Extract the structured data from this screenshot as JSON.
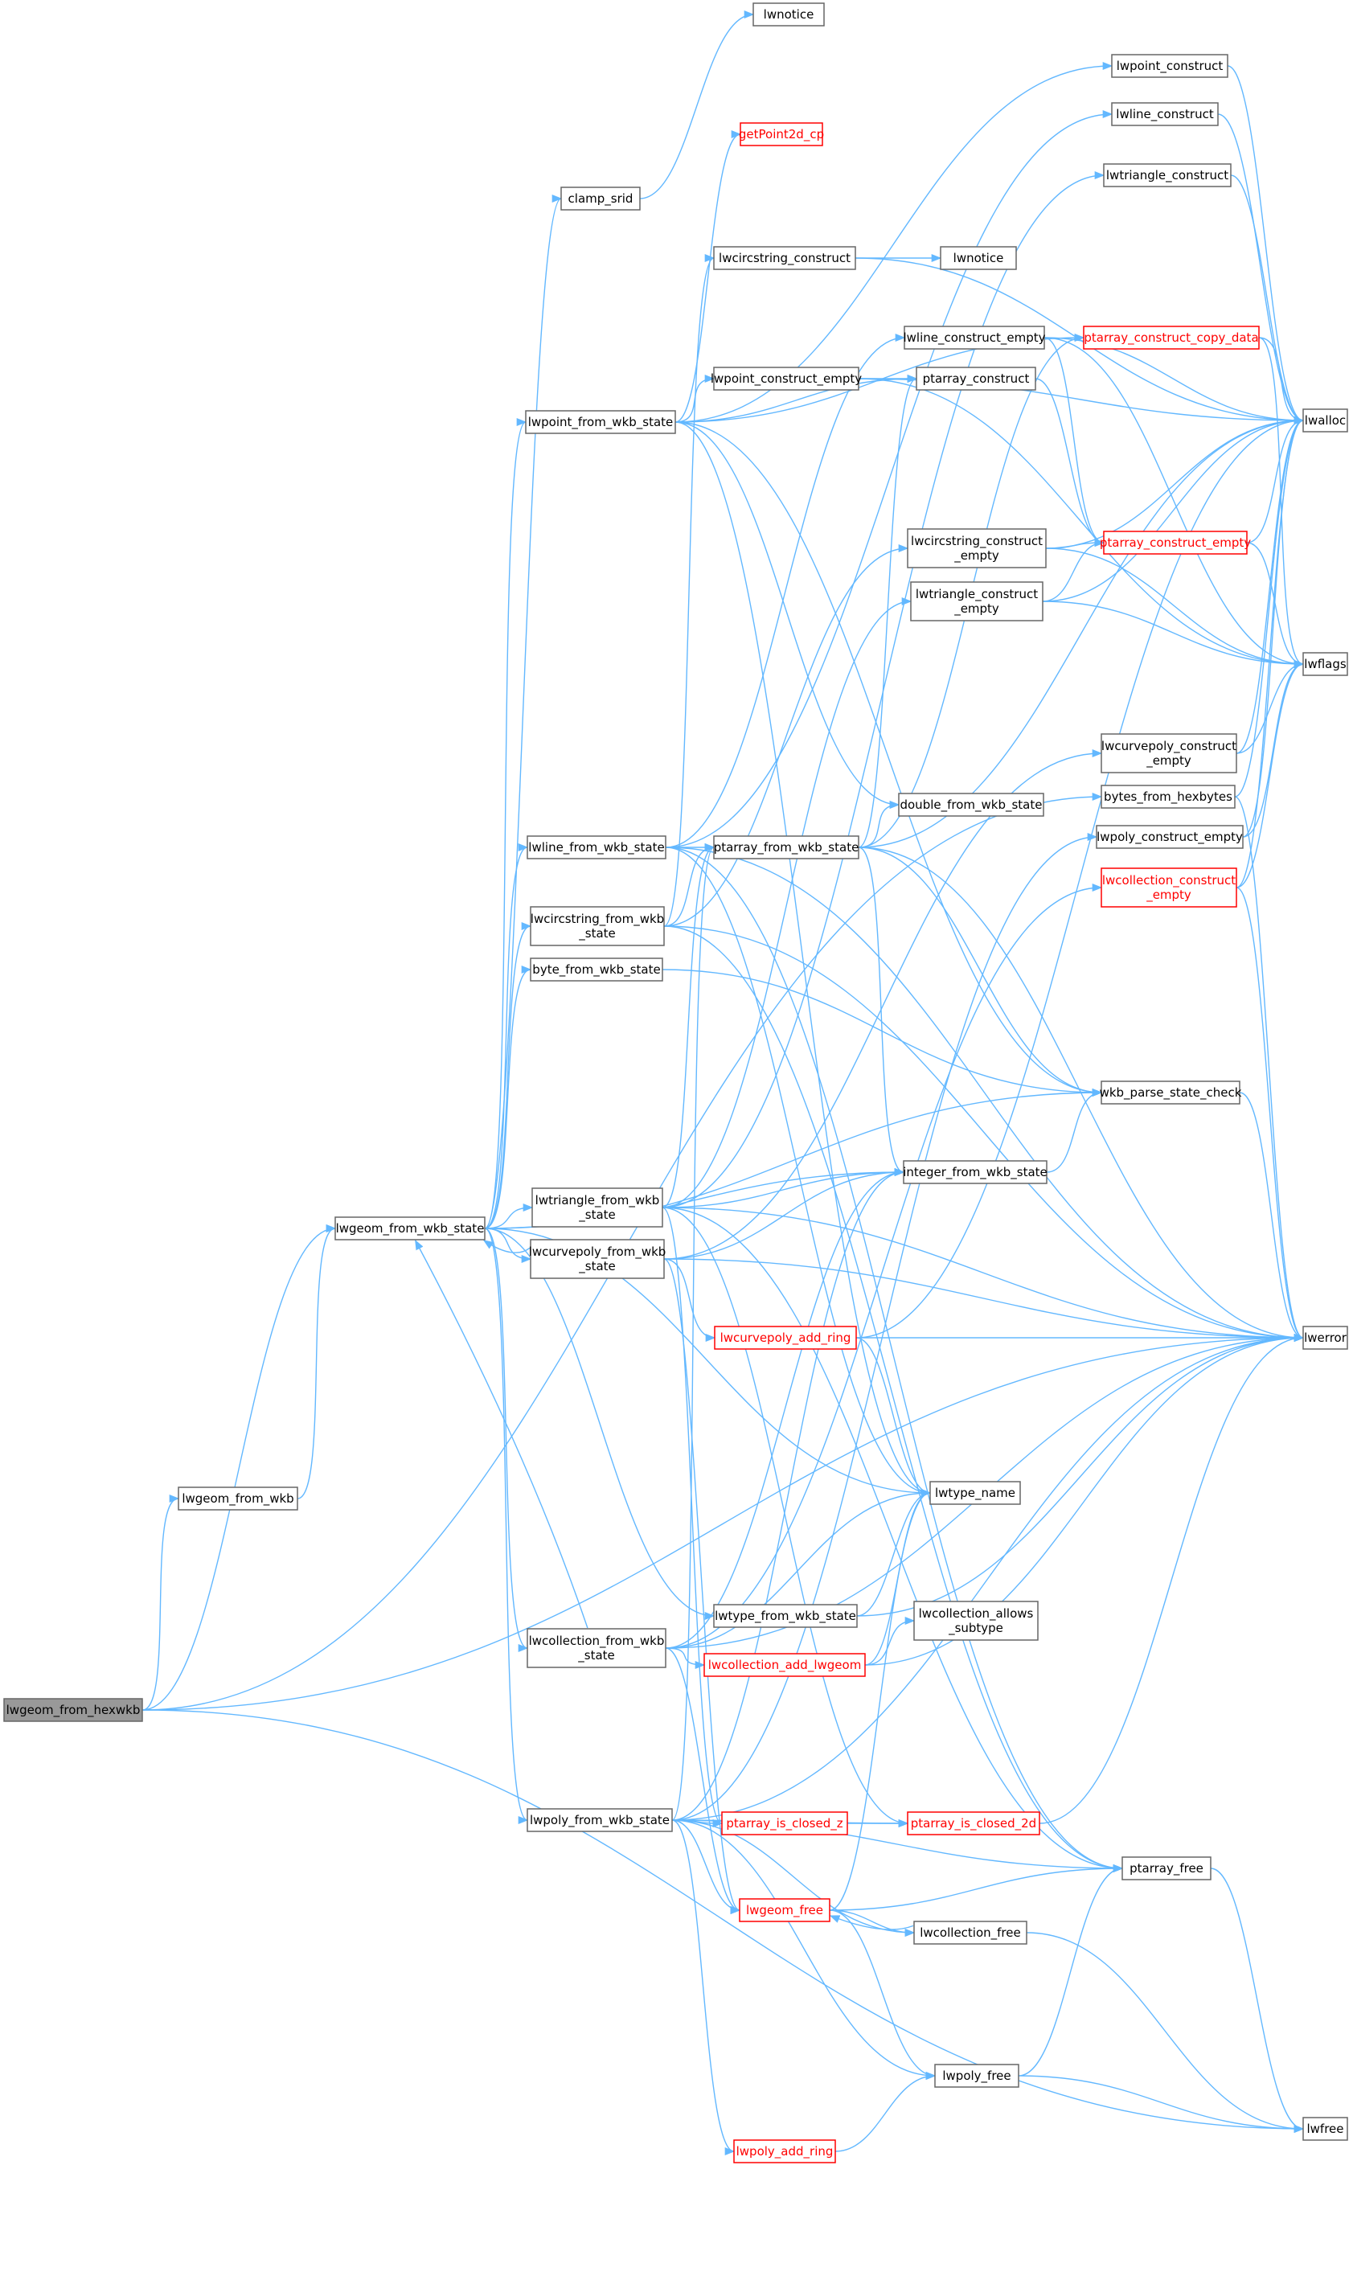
{
  "colors": {
    "edge": "#63b8ff",
    "node_border": "#666666",
    "broken_link": "#ff0000",
    "root_fill": "#999999"
  },
  "nodes": [
    {
      "id": "n01",
      "label": [
        "lwnotice"
      ],
      "red": false
    },
    {
      "id": "n02",
      "label": [
        "lwpoint_construct"
      ],
      "red": false
    },
    {
      "id": "n03",
      "label": [
        "lwline_construct"
      ],
      "red": false
    },
    {
      "id": "n04",
      "label": [
        "getPoint2d_cp"
      ],
      "red": true
    },
    {
      "id": "n05",
      "label": [
        "lwtriangle_construct"
      ],
      "red": false
    },
    {
      "id": "n06",
      "label": [
        "clamp_srid"
      ],
      "red": false
    },
    {
      "id": "n07",
      "label": [
        "lwcircstring_construct"
      ],
      "red": false
    },
    {
      "id": "n08",
      "label": [
        "lwnotice"
      ],
      "red": false
    },
    {
      "id": "n09",
      "label": [
        "lwline_construct_empty"
      ],
      "red": false
    },
    {
      "id": "n10",
      "label": [
        "ptarray_construct_copy_data"
      ],
      "red": true
    },
    {
      "id": "n11",
      "label": [
        "lwpoint_construct_empty"
      ],
      "red": false
    },
    {
      "id": "n12",
      "label": [
        "ptarray_construct"
      ],
      "red": false
    },
    {
      "id": "n13",
      "label": [
        "lwpoint_from_wkb_state"
      ],
      "red": false
    },
    {
      "id": "n14",
      "label": [
        "lwalloc"
      ],
      "red": false
    },
    {
      "id": "n15",
      "label": [
        "lwcircstring_construct",
        "_empty"
      ],
      "red": false
    },
    {
      "id": "n16",
      "label": [
        "ptarray_construct_empty"
      ],
      "red": true
    },
    {
      "id": "n17",
      "label": [
        "lwtriangle_construct",
        "_empty"
      ],
      "red": false
    },
    {
      "id": "n18",
      "label": [
        "lwflags"
      ],
      "red": false
    },
    {
      "id": "n19",
      "label": [
        "lwcurvepoly_construct",
        "_empty"
      ],
      "red": false
    },
    {
      "id": "n20",
      "label": [
        "bytes_from_hexbytes"
      ],
      "red": false
    },
    {
      "id": "n21",
      "label": [
        "double_from_wkb_state"
      ],
      "red": false
    },
    {
      "id": "n22",
      "label": [
        "lwline_from_wkb_state"
      ],
      "red": false
    },
    {
      "id": "n23",
      "label": [
        "ptarray_from_wkb_state"
      ],
      "red": false
    },
    {
      "id": "n24",
      "label": [
        "lwpoly_construct_empty"
      ],
      "red": false
    },
    {
      "id": "n25",
      "label": [
        "lwcollection_construct",
        "_empty"
      ],
      "red": true
    },
    {
      "id": "n26",
      "label": [
        "lwcircstring_from_wkb",
        "_state"
      ],
      "red": false
    },
    {
      "id": "n27",
      "label": [
        "byte_from_wkb_state"
      ],
      "red": false
    },
    {
      "id": "n28",
      "label": [
        "wkb_parse_state_check"
      ],
      "red": false
    },
    {
      "id": "n29",
      "label": [
        "integer_from_wkb_state"
      ],
      "red": false
    },
    {
      "id": "n30",
      "label": [
        "lwtriangle_from_wkb",
        "_state"
      ],
      "red": false
    },
    {
      "id": "n31",
      "label": [
        "lwgeom_from_wkb_state"
      ],
      "red": false
    },
    {
      "id": "n32",
      "label": [
        "lwcurvepoly_from_wkb",
        "_state"
      ],
      "red": false
    },
    {
      "id": "n33",
      "label": [
        "lwcurvepoly_add_ring"
      ],
      "red": true
    },
    {
      "id": "n34",
      "label": [
        "lwerror"
      ],
      "red": false
    },
    {
      "id": "n35",
      "label": [
        "lwgeom_from_wkb"
      ],
      "red": false
    },
    {
      "id": "n36",
      "label": [
        "lwtype_name"
      ],
      "red": false
    },
    {
      "id": "n37",
      "label": [
        "lwtype_from_wkb_state"
      ],
      "red": false
    },
    {
      "id": "n38",
      "label": [
        "lwcollection_allows",
        "_subtype"
      ],
      "red": false
    },
    {
      "id": "n39",
      "label": [
        "lwcollection_from_wkb",
        "_state"
      ],
      "red": false
    },
    {
      "id": "n40",
      "label": [
        "lwcollection_add_lwgeom"
      ],
      "red": true
    },
    {
      "id": "n41",
      "label": [
        "lwgeom_from_hexwkb"
      ],
      "red": false,
      "root": true
    },
    {
      "id": "n42",
      "label": [
        "lwpoly_from_wkb_state"
      ],
      "red": false
    },
    {
      "id": "n43",
      "label": [
        "ptarray_is_closed_z"
      ],
      "red": true
    },
    {
      "id": "n44",
      "label": [
        "ptarray_is_closed_2d"
      ],
      "red": true
    },
    {
      "id": "n45",
      "label": [
        "ptarray_free"
      ],
      "red": false
    },
    {
      "id": "n46",
      "label": [
        "lwgeom_free"
      ],
      "red": true
    },
    {
      "id": "n47",
      "label": [
        "lwcollection_free"
      ],
      "red": false
    },
    {
      "id": "n48",
      "label": [
        "lwpoly_free"
      ],
      "red": false
    },
    {
      "id": "n49",
      "label": [
        "lwfree"
      ],
      "red": false
    },
    {
      "id": "n50",
      "label": [
        "lwpoly_add_ring"
      ],
      "red": true
    }
  ],
  "edges": [
    [
      "n41",
      "n35"
    ],
    [
      "n41",
      "n31"
    ],
    [
      "n41",
      "n20"
    ],
    [
      "n41",
      "n34"
    ],
    [
      "n41",
      "n49"
    ],
    [
      "n35",
      "n31"
    ],
    [
      "n31",
      "n06"
    ],
    [
      "n31",
      "n13"
    ],
    [
      "n31",
      "n22"
    ],
    [
      "n31",
      "n26"
    ],
    [
      "n31",
      "n27"
    ],
    [
      "n31",
      "n30"
    ],
    [
      "n31",
      "n32"
    ],
    [
      "n31",
      "n39"
    ],
    [
      "n31",
      "n42"
    ],
    [
      "n31",
      "n29"
    ],
    [
      "n31",
      "n37"
    ],
    [
      "n31",
      "n36"
    ],
    [
      "n31",
      "n28"
    ],
    [
      "n06",
      "n01"
    ],
    [
      "n13",
      "n02"
    ],
    [
      "n13",
      "n04"
    ],
    [
      "n13",
      "n11"
    ],
    [
      "n13",
      "n12"
    ],
    [
      "n13",
      "n10"
    ],
    [
      "n13",
      "n21"
    ],
    [
      "n13",
      "n28"
    ],
    [
      "n13",
      "n36"
    ],
    [
      "n02",
      "n14"
    ],
    [
      "n03",
      "n14"
    ],
    [
      "n05",
      "n14"
    ],
    [
      "n07",
      "n14"
    ],
    [
      "n07",
      "n08"
    ],
    [
      "n09",
      "n14"
    ],
    [
      "n09",
      "n16"
    ],
    [
      "n09",
      "n18"
    ],
    [
      "n10",
      "n14"
    ],
    [
      "n10",
      "n18"
    ],
    [
      "n11",
      "n14"
    ],
    [
      "n11",
      "n12"
    ],
    [
      "n11",
      "n18"
    ],
    [
      "n12",
      "n16"
    ],
    [
      "n15",
      "n14"
    ],
    [
      "n15",
      "n16"
    ],
    [
      "n15",
      "n18"
    ],
    [
      "n16",
      "n14"
    ],
    [
      "n16",
      "n18"
    ],
    [
      "n17",
      "n14"
    ],
    [
      "n17",
      "n16"
    ],
    [
      "n17",
      "n18"
    ],
    [
      "n19",
      "n14"
    ],
    [
      "n19",
      "n18"
    ],
    [
      "n24",
      "n14"
    ],
    [
      "n24",
      "n18"
    ],
    [
      "n25",
      "n14"
    ],
    [
      "n25",
      "n18"
    ],
    [
      "n25",
      "n34"
    ],
    [
      "n20",
      "n34"
    ],
    [
      "n20",
      "n14"
    ],
    [
      "n22",
      "n03"
    ],
    [
      "n22",
      "n09"
    ],
    [
      "n22",
      "n23"
    ],
    [
      "n22",
      "n34"
    ],
    [
      "n22",
      "n36"
    ],
    [
      "n22",
      "n45"
    ],
    [
      "n23",
      "n21"
    ],
    [
      "n23",
      "n12"
    ],
    [
      "n23",
      "n10"
    ],
    [
      "n23",
      "n29"
    ],
    [
      "n23",
      "n28"
    ],
    [
      "n23",
      "n34"
    ],
    [
      "n23",
      "n14"
    ],
    [
      "n26",
      "n07"
    ],
    [
      "n26",
      "n15"
    ],
    [
      "n26",
      "n23"
    ],
    [
      "n26",
      "n34"
    ],
    [
      "n26",
      "n45"
    ],
    [
      "n27",
      "n28"
    ],
    [
      "n28",
      "n34"
    ],
    [
      "n29",
      "n28"
    ],
    [
      "n30",
      "n05"
    ],
    [
      "n30",
      "n17"
    ],
    [
      "n30",
      "n23"
    ],
    [
      "n30",
      "n29"
    ],
    [
      "n30",
      "n34"
    ],
    [
      "n30",
      "n43"
    ],
    [
      "n30",
      "n44"
    ],
    [
      "n30",
      "n45"
    ],
    [
      "n32",
      "n19"
    ],
    [
      "n32",
      "n29"
    ],
    [
      "n32",
      "n31"
    ],
    [
      "n32",
      "n33"
    ],
    [
      "n32",
      "n34"
    ],
    [
      "n32",
      "n46"
    ],
    [
      "n33",
      "n34"
    ],
    [
      "n33",
      "n36"
    ],
    [
      "n33",
      "n14"
    ],
    [
      "n37",
      "n34"
    ],
    [
      "n37",
      "n36"
    ],
    [
      "n39",
      "n25"
    ],
    [
      "n39",
      "n29"
    ],
    [
      "n39",
      "n31"
    ],
    [
      "n39",
      "n40"
    ],
    [
      "n39",
      "n46"
    ],
    [
      "n39",
      "n36"
    ],
    [
      "n39",
      "n34"
    ],
    [
      "n40",
      "n38"
    ],
    [
      "n40",
      "n34"
    ],
    [
      "n40",
      "n36"
    ],
    [
      "n42",
      "n24"
    ],
    [
      "n42",
      "n29"
    ],
    [
      "n42",
      "n23"
    ],
    [
      "n42",
      "n50"
    ],
    [
      "n42",
      "n44"
    ],
    [
      "n42",
      "n43"
    ],
    [
      "n42",
      "n48"
    ],
    [
      "n42",
      "n45"
    ],
    [
      "n42",
      "n34"
    ],
    [
      "n42",
      "n47"
    ],
    [
      "n42",
      "n46"
    ],
    [
      "n43",
      "n44"
    ],
    [
      "n44",
      "n34"
    ],
    [
      "n45",
      "n49"
    ],
    [
      "n46",
      "n47"
    ],
    [
      "n46",
      "n48"
    ],
    [
      "n46",
      "n36"
    ],
    [
      "n46",
      "n45"
    ],
    [
      "n47",
      "n46"
    ],
    [
      "n47",
      "n49"
    ],
    [
      "n48",
      "n45"
    ],
    [
      "n48",
      "n49"
    ],
    [
      "n50",
      "n48"
    ]
  ]
}
